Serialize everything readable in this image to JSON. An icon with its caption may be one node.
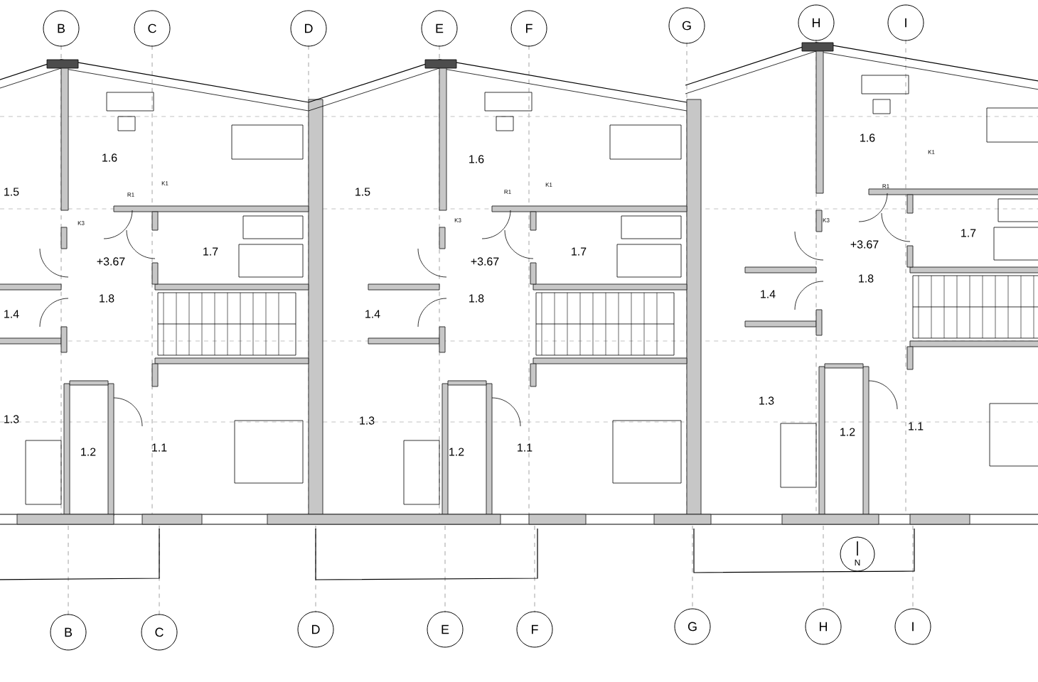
{
  "diagram": {
    "nodes": [
      {
        "text": [
          "B"
        ]
      },
      {
        "text": [
          "C"
        ]
      },
      {
        "text": [
          "D"
        ]
      },
      {
        "text": [
          "E"
        ]
      },
      {
        "text": [
          "F"
        ]
      },
      {
        "text": [
          "G"
        ]
      },
      {
        "text": [
          "H"
        ]
      },
      {
        "text": [
          "I"
        ]
      },
      {
        "text": [
          "N"
        ]
      },
      {
        "text": [
          "B"
        ]
      },
      {
        "text": [
          "C"
        ]
      },
      {
        "text": [
          "D"
        ]
      },
      {
        "text": [
          "E"
        ]
      },
      {
        "text": [
          "F"
        ]
      },
      {
        "text": [
          "G"
        ]
      },
      {
        "text": [
          "H"
        ]
      },
      {
        "text": [
          "I"
        ]
      }
    ],
    "labels": [
      "1.6",
      "K1",
      "1.5",
      "R1",
      "1.6",
      "K1",
      "1.5",
      "1.6",
      "R1",
      "K1",
      "K3",
      "R1",
      "K3",
      "+3.67",
      "1.7",
      "+3.67",
      "1.7",
      "K3",
      "+3.67",
      "1.7",
      "1.8",
      "1.8",
      "1.8",
      "1.4",
      "1.4",
      "1.4",
      "1.3",
      "1.3",
      "1.3",
      "1.2",
      "1.1",
      "1.2",
      "1.1",
      "1.2",
      "1.1"
    ]
  }
}
